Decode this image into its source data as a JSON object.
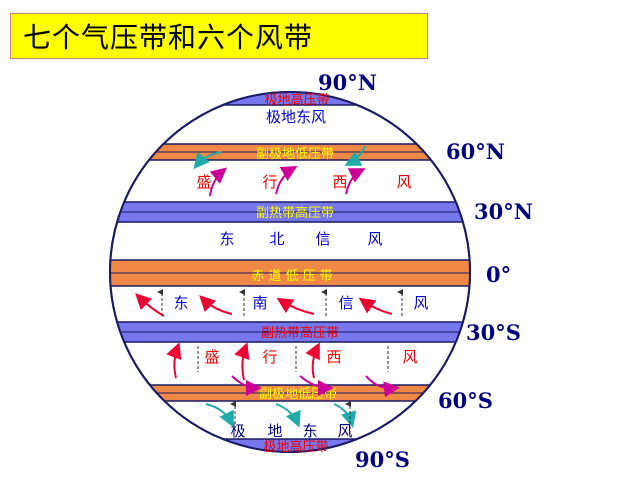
{
  "title": "七个气压带和六个风带",
  "colors": {
    "high_pressure_band": "#7777ee",
    "low_pressure_band": "#ee8844",
    "band_text": "#ffff00",
    "wind_text_blue": "#0000cc",
    "wind_text_red": "#ee0000",
    "arrow_red": "#ee0033",
    "arrow_magenta": "#cc0099",
    "arrow_teal": "#22aaaa",
    "outline": "#1a1a66"
  },
  "latitudes": {
    "n90": "90°N",
    "n60": "60°N",
    "n30": "30°N",
    "eq": "0°",
    "s30": "30°S",
    "s60": "60°S",
    "s90": "90°S"
  },
  "pressure_belts": {
    "north_polar_high": "极地高压带",
    "north_subpolar_low": "副极地低压带",
    "north_subtropical_high": "副热带高压带",
    "equatorial_low": "赤 道 低 压 带",
    "south_subtropical_high": "副热带高压带",
    "south_subpolar_low": "副极地低压带",
    "south_polar_high": "极地高压带"
  },
  "wind_belts": {
    "north_polar_easterlies": "极地东风",
    "north_westerlies": [
      "盛",
      "行",
      "西",
      "风"
    ],
    "ne_trades": [
      "东",
      "北",
      "信",
      "风"
    ],
    "se_trades": [
      "东",
      "南",
      "信",
      "风"
    ],
    "south_westerlies": [
      "盛",
      "行",
      "西",
      "风"
    ],
    "south_polar_easterlies": [
      "极",
      "地",
      "东",
      "风"
    ]
  }
}
